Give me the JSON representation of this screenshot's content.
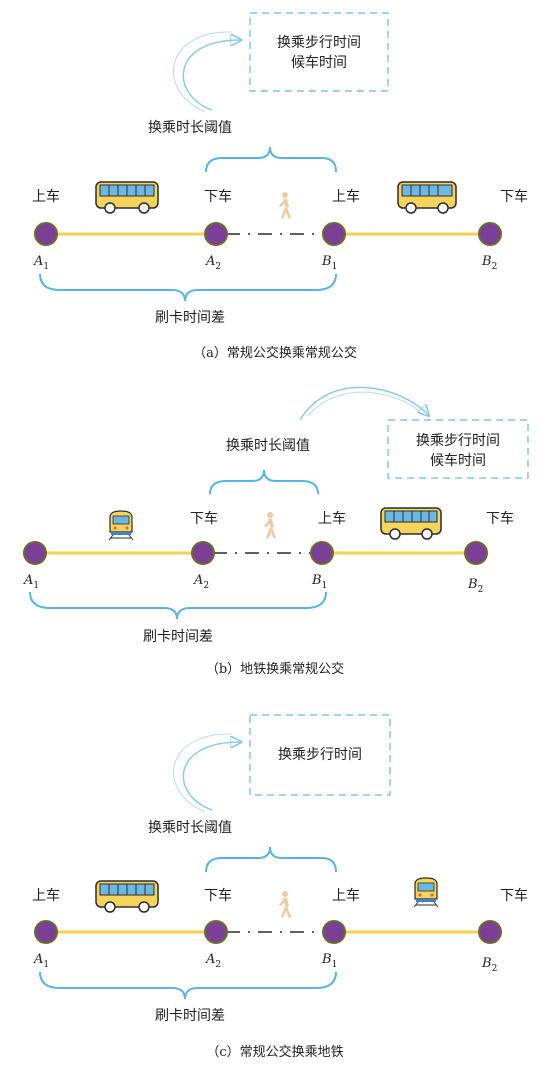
{
  "panels": [
    {
      "boarding_label": "上车",
      "alighting_label": "下车",
      "threshold_label": "换乘时长阈值",
      "swipe_label": "刷卡时间差",
      "box_lines": [
        "换乘步行时间",
        "候车时间"
      ],
      "caption": "（a）常规公交换乘常规公交",
      "first_mode": "bus",
      "second_mode": "bus",
      "nodes": [
        "A1",
        "A2",
        "B1",
        "B2"
      ]
    },
    {
      "boarding_label": "上车",
      "alighting_label": "下车",
      "threshold_label": "换乘时长阈值",
      "swipe_label": "刷卡时间差",
      "box_lines": [
        "换乘步行时间",
        "候车时间"
      ],
      "caption": "（b）地铁换乘常规公交",
      "first_mode": "metro",
      "second_mode": "bus",
      "nodes": [
        "A1",
        "A2",
        "B1",
        "B2"
      ]
    },
    {
      "boarding_label": "上车",
      "alighting_label": "下车",
      "threshold_label": "换乘时长阈值",
      "swipe_label": "刷卡时间差",
      "box_lines": [
        "换乘步行时间"
      ],
      "caption": "（c）常规公交换乘地铁",
      "first_mode": "bus",
      "second_mode": "metro",
      "nodes": [
        "A1",
        "A2",
        "B1",
        "B2"
      ]
    }
  ],
  "colors": {
    "line": "#F2D24A",
    "node": "#7B3F98",
    "node_ring": "#6C6C2A",
    "brace": "#5BB3E3",
    "box": "#69B9E4",
    "walk": "#F0C9A0",
    "bus_body": "#F4D45A",
    "bus_window": "#6FB7E3"
  }
}
